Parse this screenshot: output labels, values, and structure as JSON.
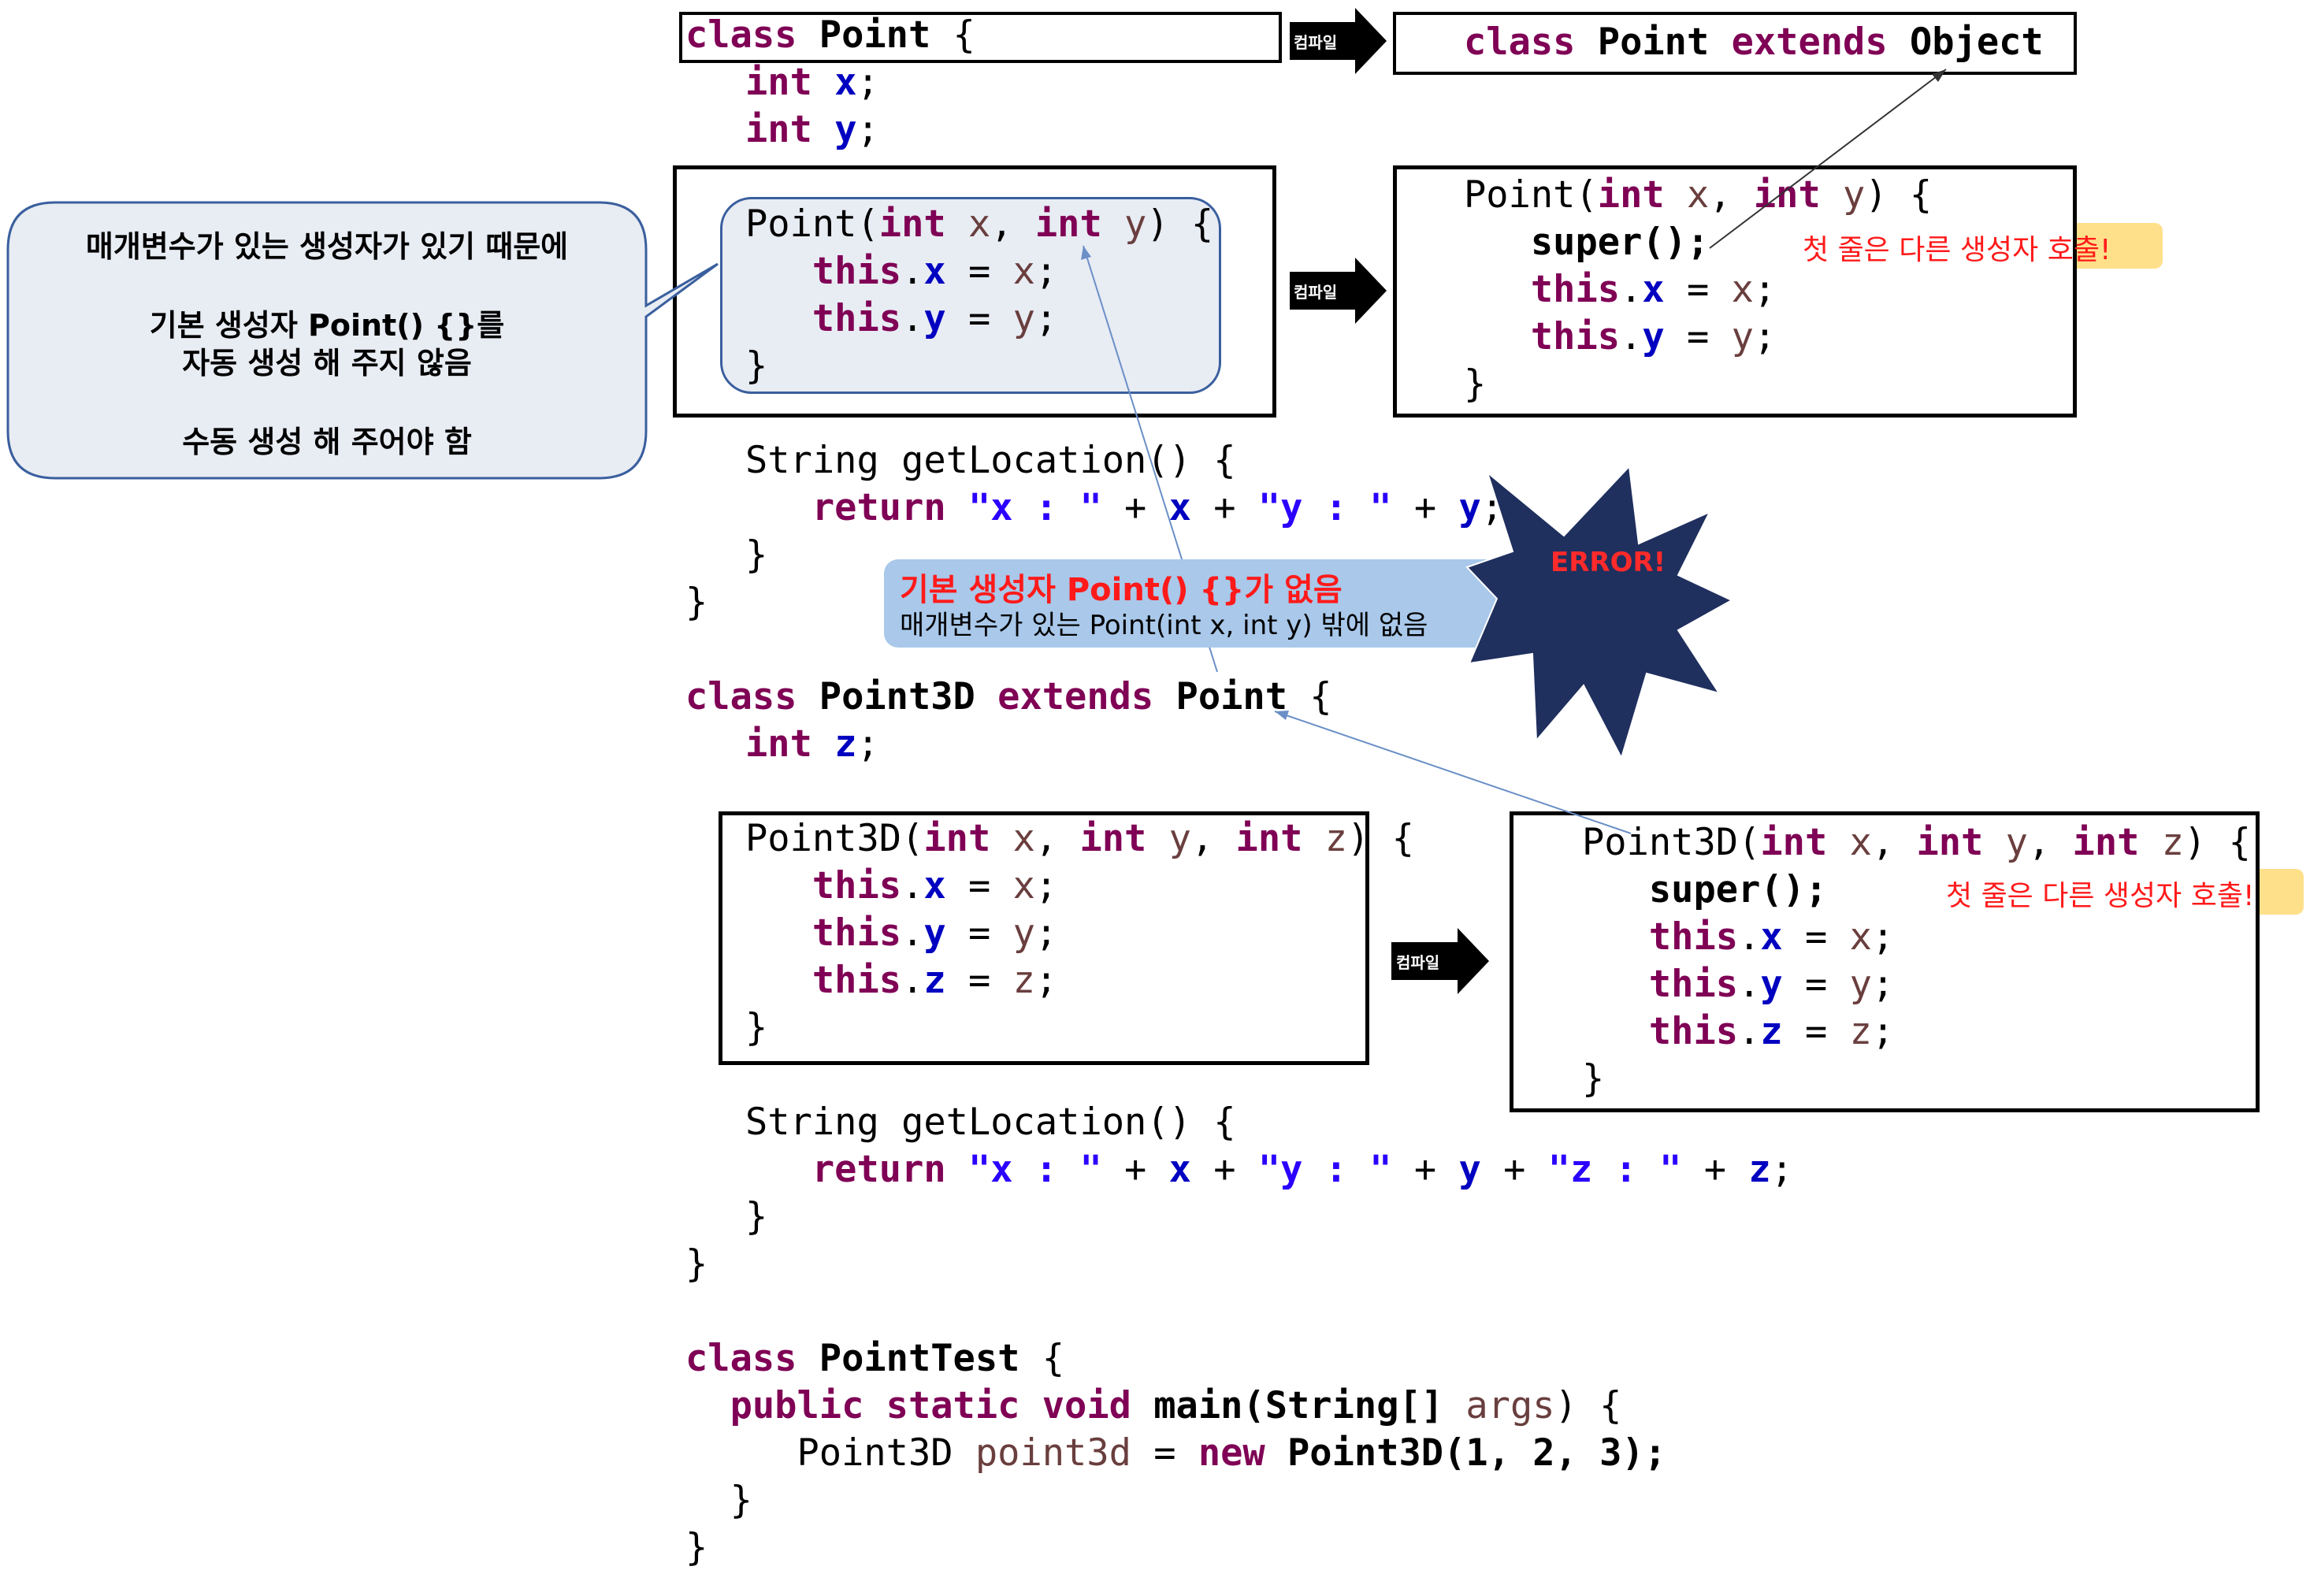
{
  "compile_label": "컴파일",
  "object_decl": {
    "cls": "class",
    "name": "Point",
    "ext": "extends",
    "parent": "Object"
  },
  "left_bubble": {
    "line1": "매개변수가 있는 생성자가 있기 때문에",
    "line2": "기본 생성자 Point() {}를",
    "line3": "자동 생성 해 주지 않음",
    "line4": "수동 생성 해 주어야 함"
  },
  "error_star": "ERROR!",
  "error_callout": {
    "title": "기본 생성자 Point() {}가 없음",
    "detail": "매개변수가 있는 Point(int x, int y) 밖에 없음"
  },
  "first_line_note": "첫 줄은 다른 생성자 호출!",
  "kw": {
    "cls": "class",
    "int": "int",
    "this": "this",
    "ret": "return",
    "ext": "extends",
    "pub": "public",
    "stat": "static",
    "void": "void",
    "new": "new",
    "sup": "super"
  },
  "names": {
    "point": "Point",
    "point3d": "Point3D",
    "pointtest": "PointTest",
    "string": "String",
    "getloc": "getLocation",
    "main": "main",
    "args": "args",
    "var3d": "point3d"
  },
  "strs": {
    "sx": "\"x : \"",
    "sy": "\"y : \"",
    "sz": "\"z : \""
  }
}
